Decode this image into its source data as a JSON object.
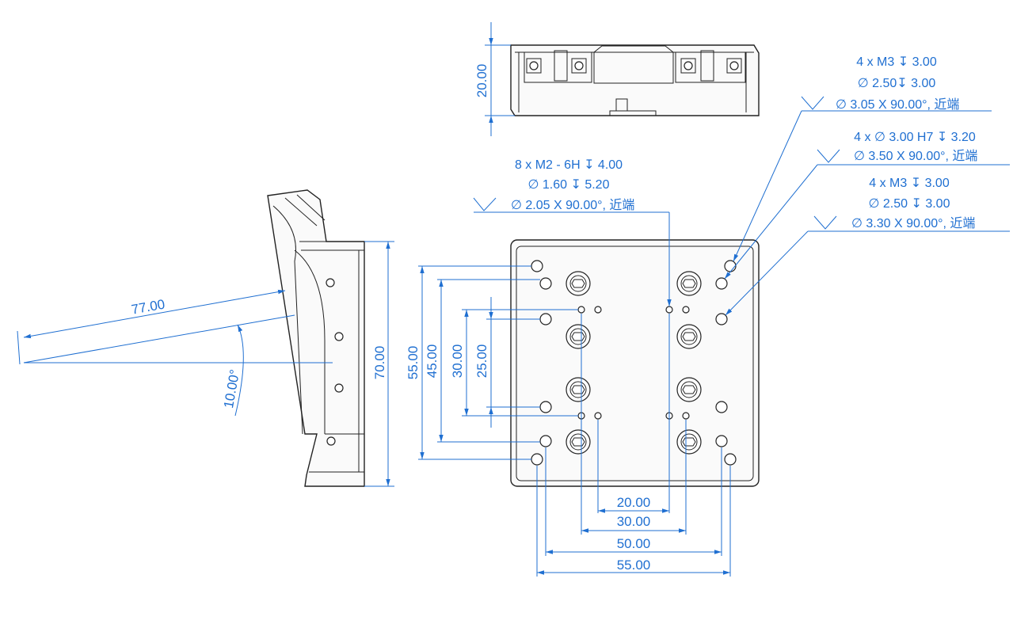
{
  "colors": {
    "dimension": "#1f6fd1",
    "outline": "#222222"
  },
  "top_view": {
    "height_dim": "20.00"
  },
  "side_view": {
    "arm_length": "77.00",
    "tilt_angle": "10.00°",
    "height": "70.00"
  },
  "front_view": {
    "vertical_dims": [
      "55.00",
      "45.00",
      "30.00",
      "25.00"
    ],
    "horizontal_dims": [
      "20.00",
      "30.00",
      "50.00",
      "55.00"
    ]
  },
  "callouts": {
    "m3_top": [
      "4 x  M3  ↧ 3.00",
      "∅ 2.50↧ 3.00",
      "∅ 3.05 X 90.00°, 近端"
    ],
    "h7": [
      "4 x ∅ 3.00 H7 ↧ 3.20",
      "∅ 3.50 X 90.00°, 近端"
    ],
    "m3_side": [
      "4 x  M3  ↧ 3.00",
      "∅ 2.50 ↧ 3.00",
      "∅ 3.30 X 90.00°, 近端"
    ],
    "m2": [
      "8 x  M2 - 6H ↧ 4.00",
      "∅ 1.60 ↧ 5.20",
      "∅ 2.05 X 90.00°, 近端"
    ]
  }
}
